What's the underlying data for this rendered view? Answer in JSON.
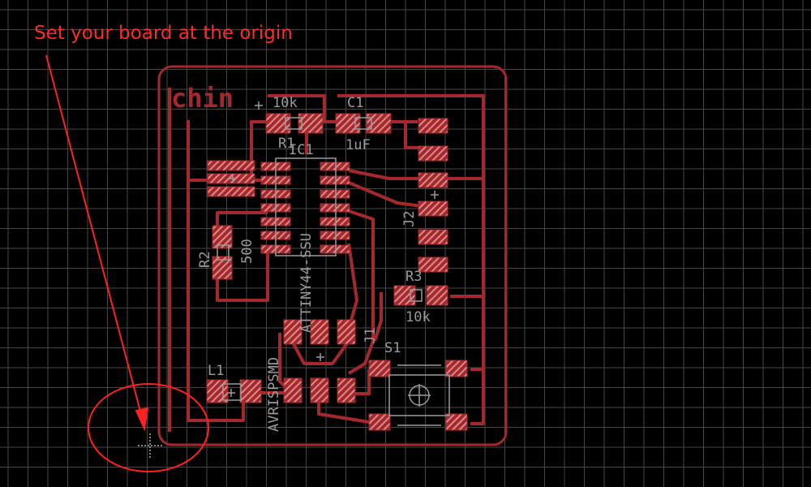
{
  "annotation": {
    "text": "Set your board at the origin",
    "color": "#ff2020"
  },
  "board": {
    "name": "chin",
    "copper_color": "#a5292c",
    "silk_color": "#9a9a9a",
    "grid_color": "#4a4a4a",
    "components": {
      "r1": {
        "name": "R1",
        "value": "10k"
      },
      "c1": {
        "name": "C1",
        "value": "1uF"
      },
      "ic1": {
        "name": "IC1",
        "value": "ATTINY44-SSU"
      },
      "r2": {
        "name": "R2",
        "value": "500"
      },
      "r3": {
        "name": "R3",
        "value": "10k"
      },
      "j1": {
        "name": "J1",
        "value": "AVRISPSMD"
      },
      "j2": {
        "name": "J2"
      },
      "l1": {
        "name": "L1"
      },
      "s1": {
        "name": "S1"
      }
    }
  },
  "origin_marker": {
    "icon": "origin-cross-icon"
  }
}
